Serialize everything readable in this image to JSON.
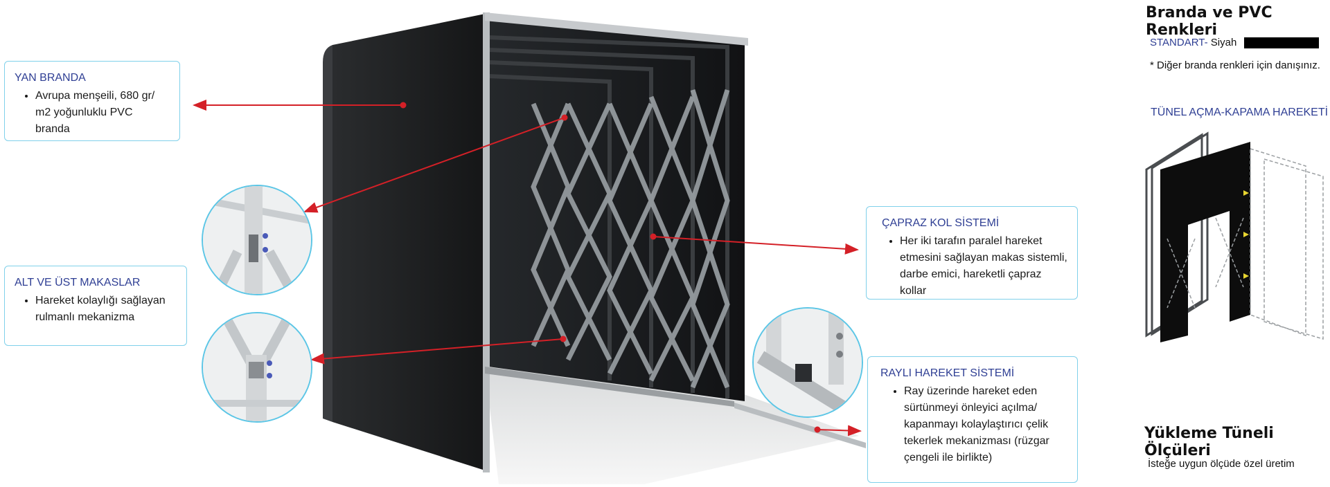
{
  "callouts": {
    "yan_branda": {
      "title": "YAN BRANDA",
      "bullets": [
        "Avrupa menşeili, 680 gr/ m2 yoğunluklu PVC branda"
      ]
    },
    "makaslar": {
      "title": "ALT VE ÜST MAKASLAR",
      "bullets": [
        "Hareket kolaylığı sağlayan rulmanlı mekanizma"
      ]
    },
    "capraz_kol": {
      "title": "ÇAPRAZ KOL SİSTEMİ",
      "bullets": [
        "Her iki tarafın paralel hareket etmesini sağlayan makas sistemli, darbe emici, hareketli çapraz kollar"
      ]
    },
    "rayli": {
      "title": "RAYLI HAREKET SİSTEMİ",
      "bullets": [
        "Ray üzerinde hareket eden sürtünmeyi önleyici açılma/ kapanmayı kolaylaştırıcı çelik tekerlek mekanizması (rüzgar çengeli ile birlikte)"
      ]
    }
  },
  "right_panel": {
    "colors_title": "Branda ve PVC Renkleri",
    "standard_label": "STANDART-",
    "standard_value": "Siyah",
    "standard_swatch": "#000000",
    "other_colors_note": "* Diğer branda renkleri için danışınız.",
    "tunnel_motion_title": "TÜNEL AÇMA-KAPAMA HAREKETİ",
    "dimensions_title": "Yükleme Tüneli Ölçüleri",
    "dimensions_note": "İsteğe uygun ölçüde özel üretim"
  },
  "colors": {
    "accent_blue": "#2f3f94",
    "callout_border": "#7fd0ea",
    "arrow_red": "#d42027"
  }
}
